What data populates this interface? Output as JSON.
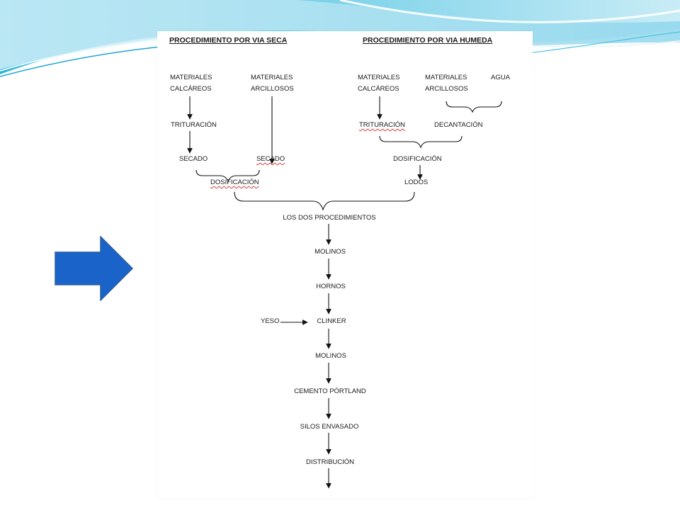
{
  "dry_process": {
    "title": "PROCEDIMIENTO POR VIA SECA",
    "calcareous": [
      "MATERIALES",
      "CALCÁREOS"
    ],
    "clay": [
      "MATERIALES",
      "ARCILLOSOS"
    ],
    "crushing": "TRITURACIÓN",
    "drying_1": "SECADO",
    "drying_2": "SECADO",
    "dosing": "DOSIFICACIÓN"
  },
  "wet_process": {
    "title": "PROCEDIMIENTO POR VIA HUMEDA",
    "calcareous": [
      "MATERIALES",
      "CALCÁREOS"
    ],
    "clay": [
      "MATERIALES",
      "ARCILLOSOS"
    ],
    "water": "AGUA",
    "crushing": "TRITURACIÓN",
    "decanting": "DECANTACIÓN",
    "dosing": "DOSIFICACIÓN",
    "sludge": "LODOS"
  },
  "common": {
    "both": "LOS DOS PROCEDIMIENTOS",
    "mills_1": "MOLINOS",
    "kilns": "HORNOS",
    "gypsum": "YESO",
    "clinker": "CLINKER",
    "mills_2": "MOLINOS",
    "cement": "CEMENTO PÓRTLAND",
    "silos": "SILOS ENVASADO",
    "distribution": "DISTRIBUCIÓN"
  },
  "colors": {
    "arrow_fill": "#1a63c8",
    "arrow_stroke": "#2d5fa0",
    "wave_light": "#bfe6f2",
    "wave_mid": "#6fcbe6",
    "wave_dark": "#1fa4d6",
    "squiggle": "#d23c3c"
  }
}
